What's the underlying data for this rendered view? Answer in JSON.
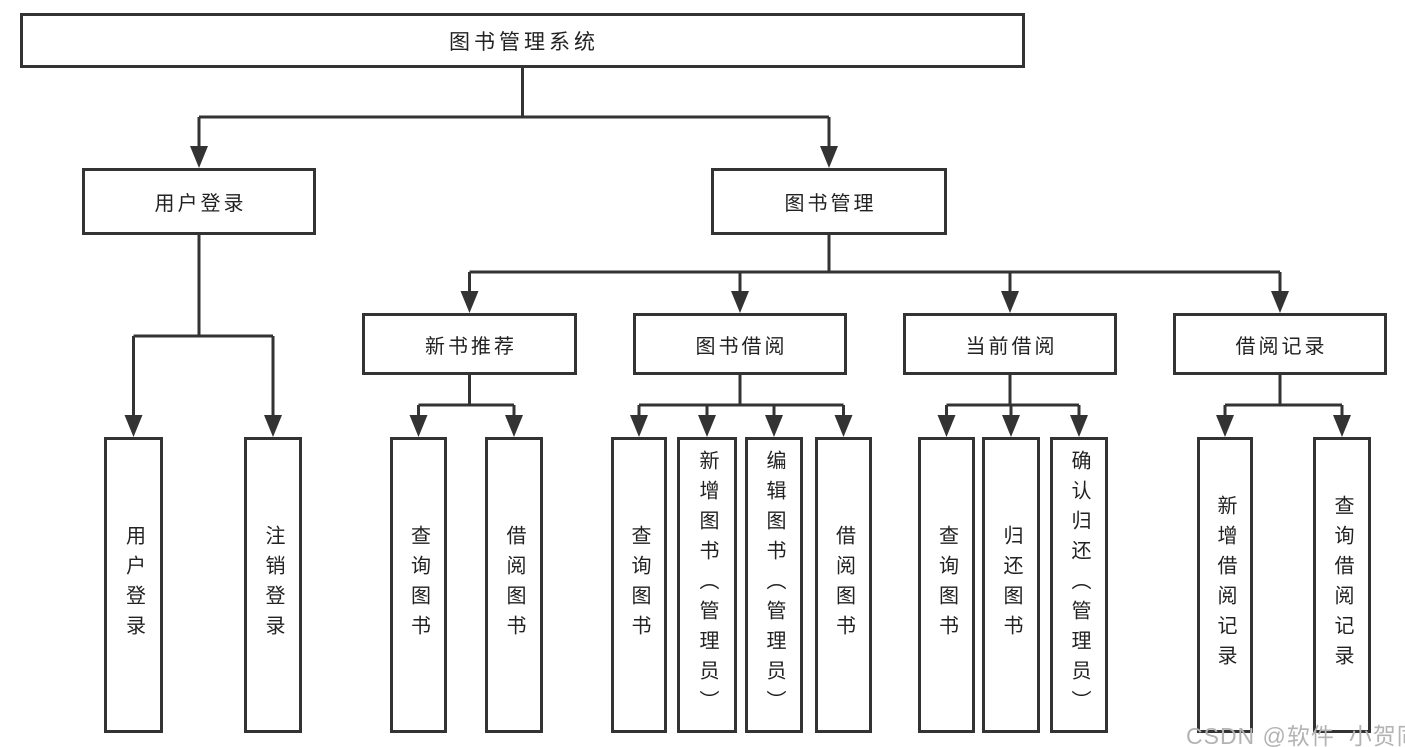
{
  "tree": {
    "root": "图书管理系统",
    "user_login": {
      "label": "用户登录",
      "children": [
        "用户登录",
        "注销登录"
      ]
    },
    "book_mgmt": {
      "label": "图书管理",
      "sections": {
        "new_book": {
          "label": "新书推荐",
          "children": [
            "查询图书",
            "借阅图书"
          ]
        },
        "borrow": {
          "label": "图书借阅",
          "children": [
            "查询图书",
            "新增图书（管理员）",
            "编辑图书（管理员）",
            "借阅图书"
          ]
        },
        "current": {
          "label": "当前借阅",
          "children": [
            "查询图书",
            "归还图书",
            "确认归还（管理员）"
          ]
        },
        "records": {
          "label": "借阅记录",
          "children": [
            "新增借阅记录",
            "查询借阅记录"
          ]
        }
      }
    }
  },
  "watermark": {
    "text": "CSDN @软件_小贺同学"
  },
  "colors": {
    "line": "#333333",
    "text": "#222222",
    "box_background": "#ffffff",
    "background": "#ffffff",
    "watermark": "#b3b3b3"
  }
}
